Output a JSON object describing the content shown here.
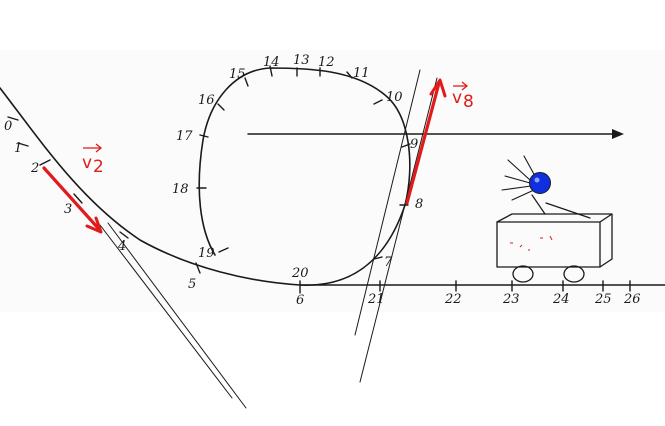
{
  "colors": {
    "ink": "#1a1a1a",
    "vector": "#e01b1b",
    "ball": "#1030e0",
    "cart_marks": "#e01b1b"
  },
  "vectors": {
    "v2": {
      "symbol": "v",
      "subscript": "2"
    },
    "v8": {
      "symbol": "v",
      "subscript": "8"
    }
  },
  "track_labels": {
    "p0": "0",
    "p1": "1",
    "p2": "2",
    "p3": "3",
    "p4": "4",
    "p5": "5",
    "p6": "6",
    "p7": "7",
    "p8": "8",
    "p9": "9",
    "p10": "10",
    "p11": "11",
    "p12": "12",
    "p13": "13",
    "p14": "14",
    "p15": "15",
    "p16": "16",
    "p17": "17",
    "p18": "18",
    "p19": "19",
    "p20": "20",
    "p21": "21",
    "p22": "22",
    "p23": "23",
    "p24": "24",
    "p25": "25",
    "p26": "26"
  },
  "icons": {
    "observer": "ball-on-cart-icon"
  }
}
